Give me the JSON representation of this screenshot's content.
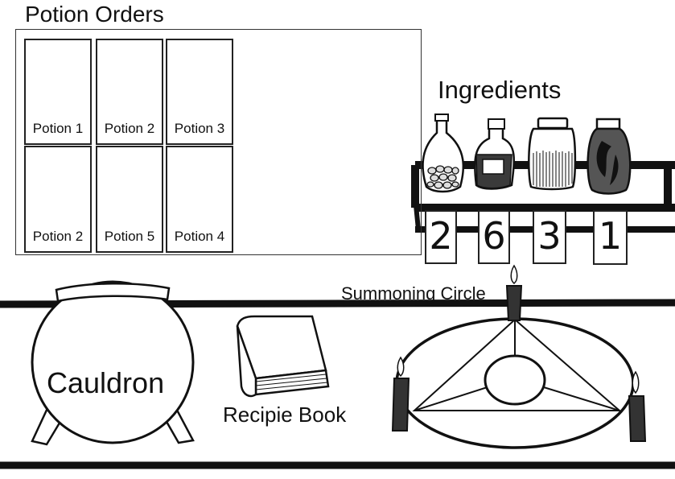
{
  "orders": {
    "title": "Potion Orders",
    "cards": [
      {
        "label": "Potion 1"
      },
      {
        "label": "Potion 2"
      },
      {
        "label": "Potion 3"
      },
      {
        "label": "Potion 2"
      },
      {
        "label": "Potion 5"
      },
      {
        "label": "Potion 4"
      }
    ]
  },
  "ingredients": {
    "title": "Ingredients",
    "items": [
      {
        "icon": "beans-bottle-icon",
        "quantity": "2"
      },
      {
        "icon": "red-potion-bottle-icon",
        "quantity": "6"
      },
      {
        "icon": "herbs-jar-icon",
        "quantity": "3"
      },
      {
        "icon": "dark-spotted-jar-icon",
        "quantity": "1"
      }
    ]
  },
  "workspace": {
    "cauldron_label": "Cauldron",
    "recipe_book_label": "Recipie Book",
    "summoning_circle_label": "Summoning Circle"
  }
}
